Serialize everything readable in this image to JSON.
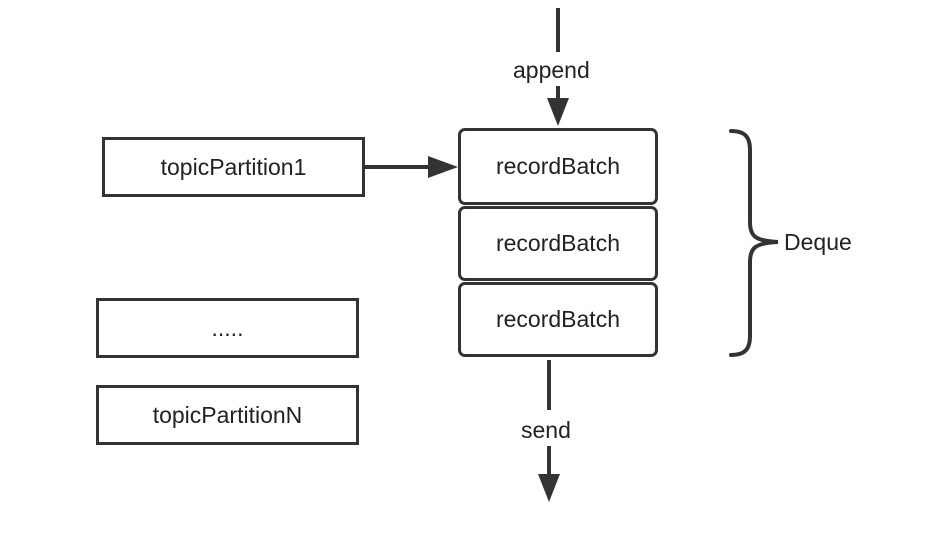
{
  "diagram": {
    "partitions": [
      "topicPartition1",
      ".....",
      "topicPartitionN"
    ],
    "batches": [
      "recordBatch",
      "recordBatch",
      "recordBatch"
    ],
    "append_label": "append",
    "send_label": "send",
    "deque_label": "Deque",
    "colors": {
      "stroke": "#333333",
      "text": "#222222",
      "background": "#ffffff"
    }
  }
}
